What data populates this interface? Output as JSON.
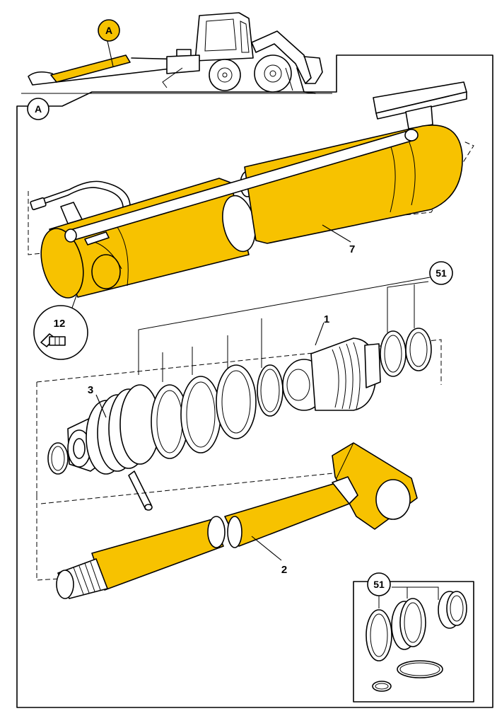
{
  "colors": {
    "part_yellow": "#f7c200",
    "line": "#000000",
    "background": "#ffffff"
  },
  "header": {
    "location_badge": "A",
    "view_badge": "A"
  },
  "callouts": {
    "barrel": "7",
    "fitting": "12",
    "piston": "1",
    "gland": "3",
    "rod": "2",
    "seal_kit_main": "51",
    "seal_kit_inset": "51"
  },
  "icons": [
    "machine-illustration",
    "cylinder-barrel",
    "grease-nipple",
    "piston",
    "gland-nut",
    "piston-rod",
    "seal-ring"
  ]
}
